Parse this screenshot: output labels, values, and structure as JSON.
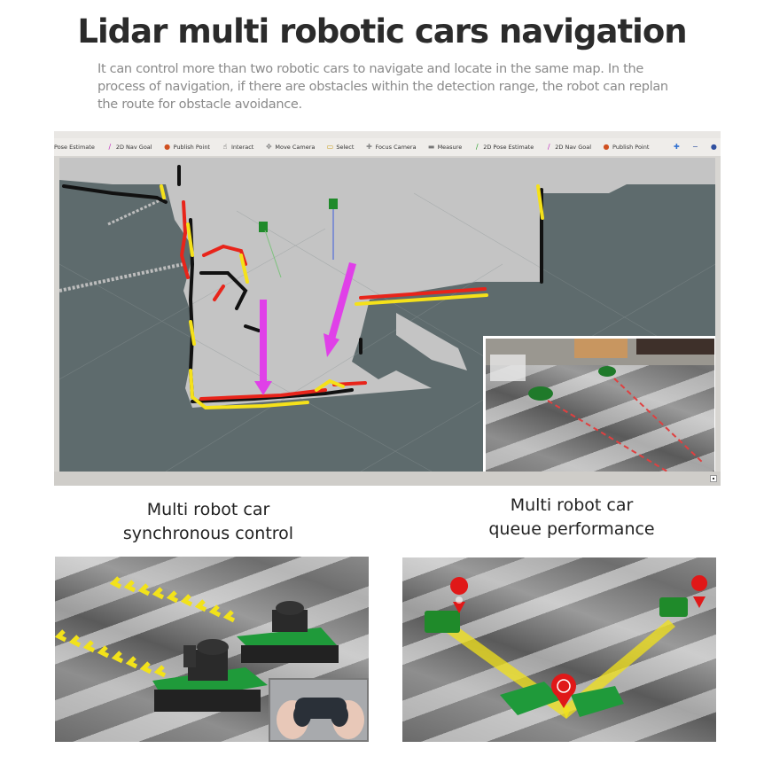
{
  "header": {
    "title": "Lidar multi robotic cars navigation",
    "description": "It can control more than two robotic cars to navigate and locate in the same map. In the process of navigation, if there are obstacles within the detection range, the robot can replan the route for obstacle avoidance."
  },
  "rviz": {
    "toolbar": [
      {
        "label": "Pose Estimate",
        "icon": "none"
      },
      {
        "label": "2D Nav Goal",
        "icon": "nav-goal-arrow-icon",
        "color": "#c030c0"
      },
      {
        "label": "Publish Point",
        "icon": "map-pin-icon",
        "color": "#d05020"
      },
      {
        "label": "Interact",
        "icon": "hand-icon"
      },
      {
        "label": "Move Camera",
        "icon": "move-camera-icon"
      },
      {
        "label": "Select",
        "icon": "select-icon"
      },
      {
        "label": "Focus Camera",
        "icon": "focus-camera-icon"
      },
      {
        "label": "Measure",
        "icon": "ruler-icon"
      },
      {
        "label": "2D Pose Estimate",
        "icon": "pose-arrow-icon",
        "color": "#30a030"
      },
      {
        "label": "2D Nav Goal",
        "icon": "nav-goal-arrow-icon",
        "color": "#c030c0"
      },
      {
        "label": "Publish Point",
        "icon": "map-pin-icon",
        "color": "#d05020"
      }
    ],
    "toolbar_extras": [
      "plus-icon",
      "minus-icon",
      "dot-icon"
    ],
    "colors": {
      "free_space": "#c4c4c4",
      "unknown_space": "#5e6b6d",
      "obstacle": "#111111",
      "laser_red": "#e8241a",
      "laser_yellow": "#f5e11a",
      "goal_arrow": "#e040e8",
      "robot_marker": "#1f8a2a"
    }
  },
  "sections": [
    {
      "caption_line1": "Multi robot car",
      "caption_line2": "synchronous control"
    },
    {
      "caption_line1": "Multi robot car",
      "caption_line2": "queue performance"
    }
  ]
}
